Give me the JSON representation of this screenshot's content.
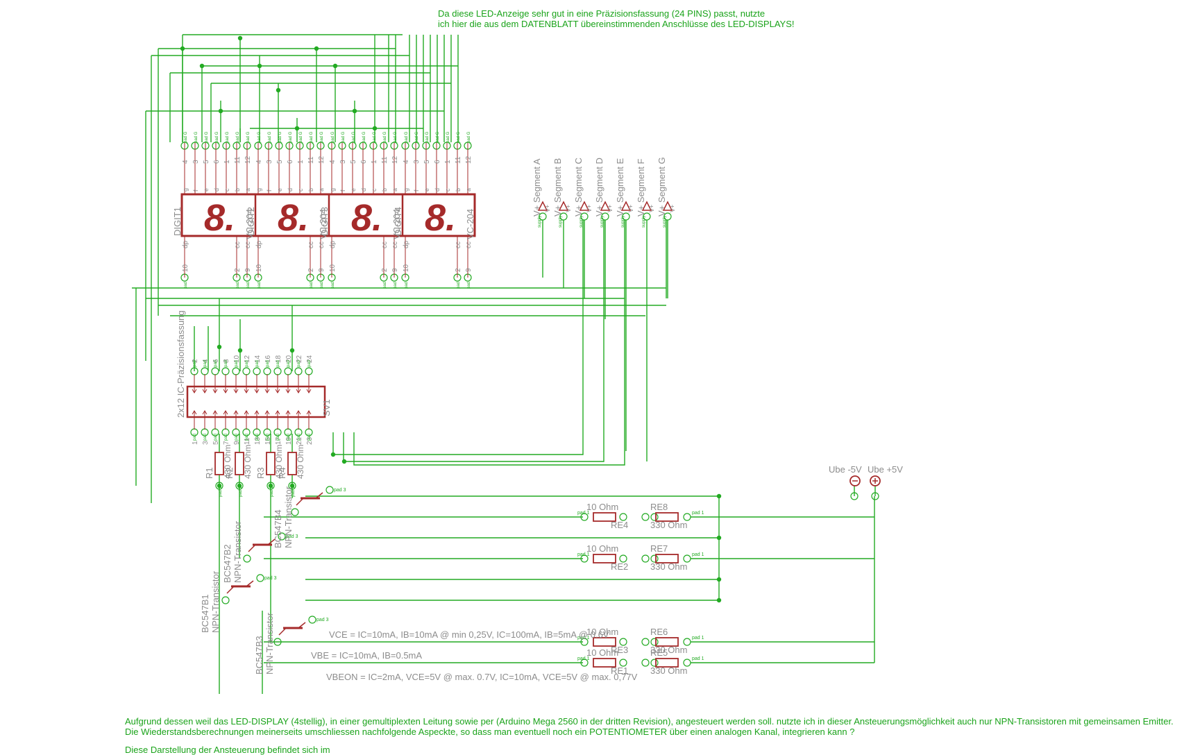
{
  "header_note": {
    "line1": "Da diese LED-Anzeige sehr gut in eine Präzisionsfassung (24 PINS) passt, nutzte",
    "line2": "ich hier die aus dem DATENBLATT übereinstimmenden Anschlüsse des LED-DISPLAYS!"
  },
  "footer_note": {
    "line1": "Aufgrund dessen weil das LED-DISPLAY (4stellig), in einer gemultiplexten Leitung sowie per (Arduino Mega 2560 in der dritten Revision), angesteuert werden soll. nutzte ich in dieser Ansteuerungsmöglichkeit auch nur NPN-Transistoren mit gemeinsamen Emitter.",
    "line2": "Die Wiederstandsberechnungen meinerseits umschliessen nachfolgende Aspeckte, so dass man eventuell noch ein POTENTIOMETER über einen analogen Kanal, integrieren kann ?",
    "line3": "Diese Darstellung der Ansteuerung befindet sich im"
  },
  "display": {
    "digits": [
      {
        "name": "DIGIT1",
        "part": "VC-204",
        "glyph": "8."
      },
      {
        "name": "DIGIT2",
        "part": "VC-204",
        "glyph": "8."
      },
      {
        "name": "DIGIT3",
        "part": "VC-204",
        "glyph": "8."
      },
      {
        "name": "DIGIT4",
        "part": "VC-204",
        "glyph": "8."
      }
    ],
    "segment_letters": [
      "g",
      "f",
      "e",
      "d",
      "c",
      "b",
      "a"
    ],
    "top_pin_numbers": [
      "4",
      "3",
      "5",
      "6",
      "1",
      "11",
      "12"
    ],
    "bottom_labels": [
      "dp",
      "cc",
      "cc"
    ],
    "bottom_pin_numbers": [
      "10",
      "2",
      "9"
    ],
    "pad_label": "pad G",
    "bottom_pad_label": "pad"
  },
  "socket": {
    "name": "SV1",
    "description": "2x12 IC-Präzisionsfassung",
    "top_pins": [
      "2",
      "4",
      "6",
      "8",
      "10",
      "12",
      "14",
      "16",
      "18",
      "20",
      "22",
      "24"
    ],
    "bottom_pins": [
      "1",
      "3",
      "5",
      "7",
      "9",
      "11",
      "13",
      "15",
      "17",
      "19",
      "21",
      "23"
    ],
    "pad_label": "pad"
  },
  "segment_supplies": [
    "V+ Segment A",
    "V+ Segment B",
    "V+ Segment C",
    "V+ Segment D",
    "V+ Segment E",
    "V+ Segment F",
    "V+ Segment G"
  ],
  "supply_symbol_label": "V+",
  "supply_pad_label": "supply",
  "resistors_430": [
    {
      "name": "R1",
      "value": "430 Ohm"
    },
    {
      "name": "R2",
      "value": "430 Ohm"
    },
    {
      "name": "R3",
      "value": "430 Ohm"
    },
    {
      "name": "R4",
      "value": "430 Ohm"
    }
  ],
  "transistors": [
    {
      "name": "BC547B1",
      "type": "NPN-Transistor"
    },
    {
      "name": "BC547B2",
      "type": "NPN-Transistor"
    },
    {
      "name": "BC547B3",
      "type": "NPN-Transistor"
    },
    {
      "name": "BC547B4",
      "type": "NPN-Transistor"
    }
  ],
  "resistor_rows": [
    {
      "left_name": "RE4",
      "left_value": "10 Ohm",
      "right_name": "RE8",
      "right_value": "330 Ohm"
    },
    {
      "left_name": "RE2",
      "left_value": "10 Ohm",
      "right_name": "RE7",
      "right_value": "330 Ohm"
    },
    {
      "left_name": "RE3",
      "left_value": "10 Ohm",
      "right_name": "RE6",
      "right_value": "330 Ohm"
    },
    {
      "left_name": "RE1",
      "left_value": "10 Ohm",
      "right_name": "RE5",
      "right_value": "330 Ohm"
    }
  ],
  "supplies": {
    "minus": "Ube -5V",
    "plus": "Ube +5V"
  },
  "pin_labels": {
    "pad1": "pad 1",
    "pad2": "pad 2",
    "pad3": "pad 3"
  },
  "notes": {
    "vce": "VCE = IC=10mA, IB=10mA @ min 0,25V, IC=100mA, IB=5mA @ 0.6V",
    "vbe": "VBE = IC=10mA, IB=0.5mA",
    "vbeon": "VBEON = IC=2mA, VCE=5V @ max. 0.7V, IC=10mA, VCE=5V @ max. 0,77V"
  },
  "colors": {
    "wire": "#22aa22",
    "component": "#a52a2a",
    "label": "#8c8c8c",
    "note": "#1aa31a",
    "background": "#ffffff"
  }
}
